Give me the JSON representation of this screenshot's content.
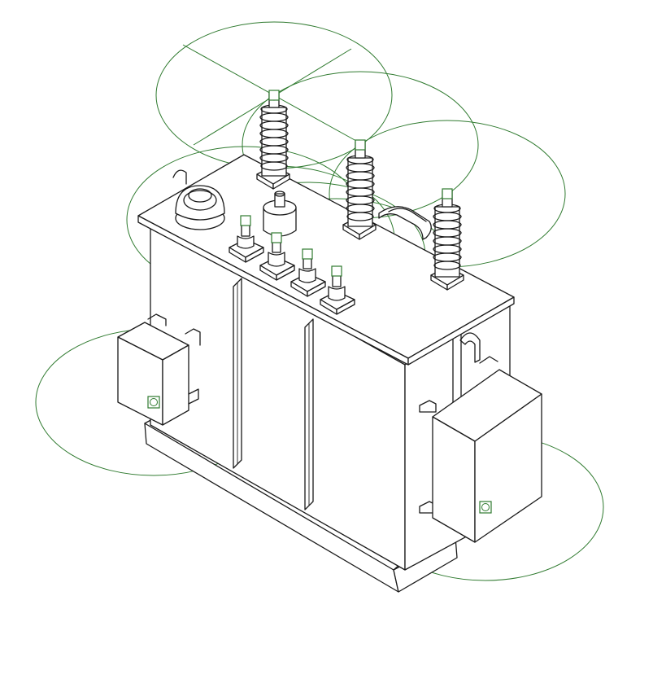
{
  "drawing": {
    "subject": "transformer-3d-model",
    "colors": {
      "background": "#ffffff",
      "model_line": "#1a1a1a",
      "grip": "#2f7a2f"
    },
    "hv_bushings": 3,
    "lv_bushings": 4,
    "terminal_boxes": 2
  }
}
